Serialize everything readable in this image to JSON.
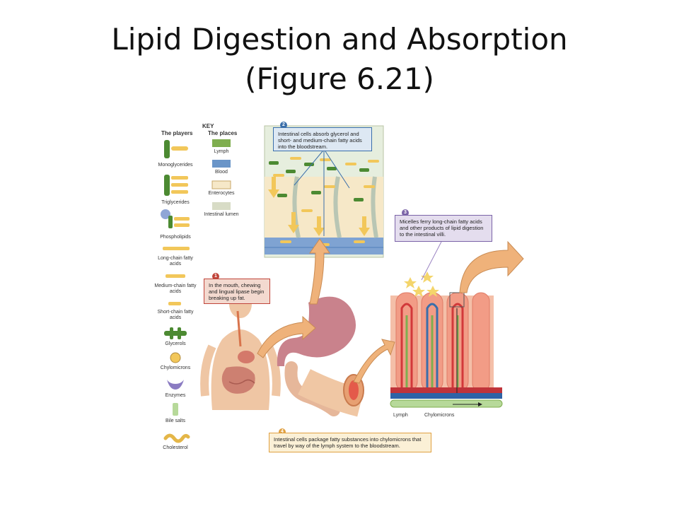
{
  "title_line1": "Lipid Digestion and Absorption",
  "title_line2": "(Figure 6.21)",
  "key": {
    "label": "KEY",
    "players_header": "The players",
    "places_header": "The places",
    "players": [
      "Monoglycerides",
      "Triglycerides",
      "Phospholipids",
      "Long-chain fatty acids",
      "Medium-chain fatty acids",
      "Short-chain fatty acids",
      "Glycerols",
      "Chylomicrons",
      "Enzymes",
      "Bile salts",
      "Cholesterol"
    ],
    "places": [
      "Lymph",
      "Blood",
      "Enterocytes",
      "Intestinal lumen"
    ]
  },
  "steps": {
    "s1_num": "1",
    "s1_text": "In the mouth, chewing and lingual lipase begin breaking up fat.",
    "s2_num": "2",
    "s2_text": "Intestinal cells absorb glycerol and short- and medium-chain fatty acids into the bloodstream.",
    "s3_num": "3",
    "s3_text": "Micelles ferry long-chain fatty acids and other products of lipid digestion to the intestinal villi.",
    "s4_num": "4",
    "s4_text": "Intestinal cells package fatty substances into chylomicrons that travel by way of the lymph system to the bloodstream."
  },
  "villi_labels": {
    "lymph": "Lymph",
    "chylomicrons": "Chylomicrons"
  },
  "colors": {
    "lymph": "#7fae4f",
    "blood": "#6a95c8",
    "enterocytes": "#f6e8c8",
    "lumen": "#d8dcc6",
    "callout_blue": "#dde8f3",
    "callout_red": "#f3d9cf",
    "callout_purple": "#e4ddee",
    "callout_yellow": "#fbf0d6",
    "arrow_orange": "#efb27a"
  }
}
